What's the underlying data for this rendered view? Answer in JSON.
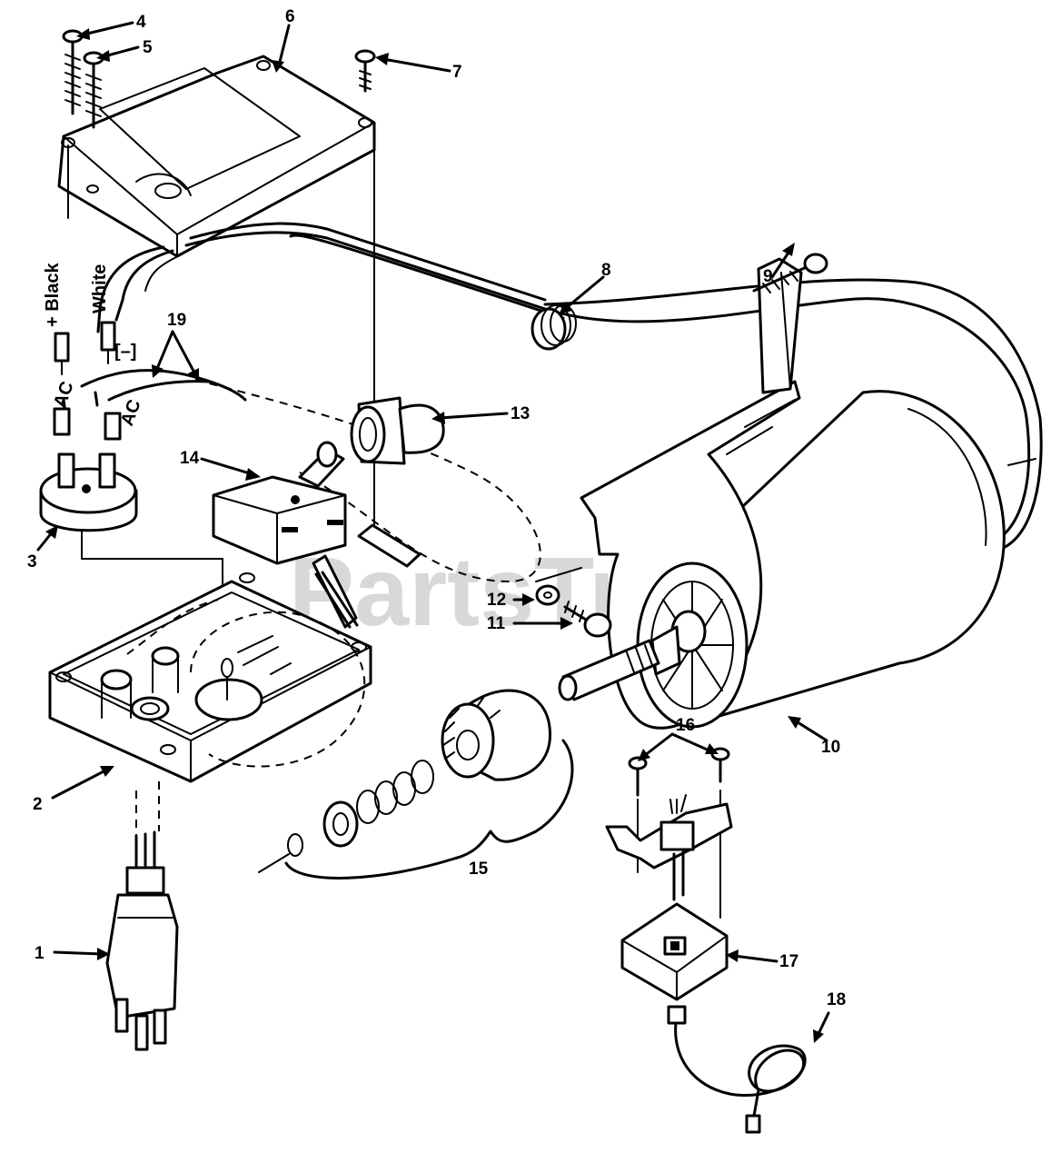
{
  "watermark": {
    "text": "PartsTree",
    "trademark": "TM"
  },
  "wire_labels": {
    "black": "+ Black",
    "white": "White",
    "minus": "[–]",
    "ac_left": "AC",
    "ac_right": "AC"
  },
  "callouts": [
    {
      "number": "1"
    },
    {
      "number": "2"
    },
    {
      "number": "3"
    },
    {
      "number": "4"
    },
    {
      "number": "5"
    },
    {
      "number": "6"
    },
    {
      "number": "7"
    },
    {
      "number": "8"
    },
    {
      "number": "9"
    },
    {
      "number": "10"
    },
    {
      "number": "11"
    },
    {
      "number": "12"
    },
    {
      "number": "13"
    },
    {
      "number": "14"
    },
    {
      "number": "15"
    },
    {
      "number": "16"
    },
    {
      "number": "17"
    },
    {
      "number": "18"
    },
    {
      "number": "19"
    }
  ]
}
